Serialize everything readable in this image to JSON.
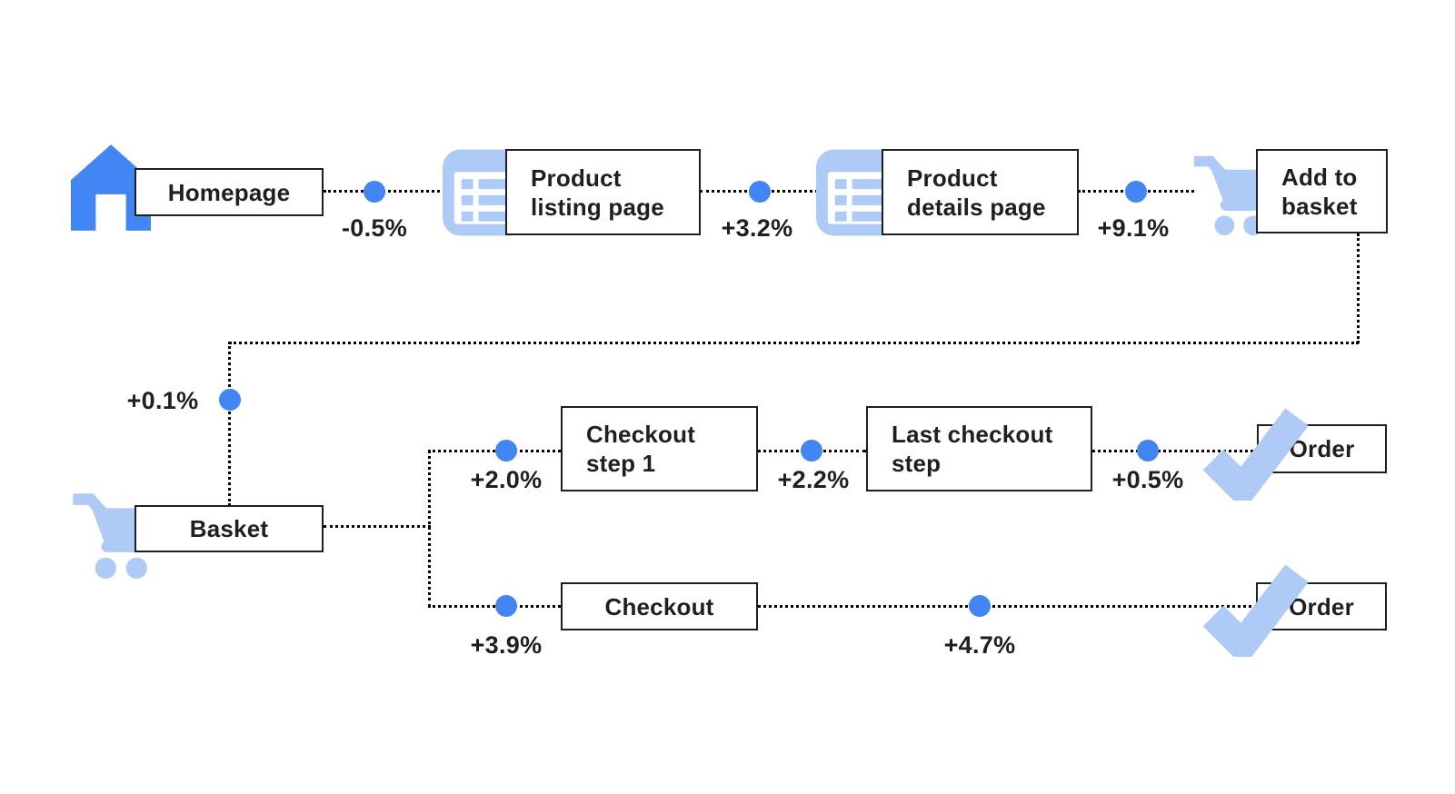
{
  "palette": {
    "primary_blue": "#4285F4",
    "light_blue": "#AECBF8",
    "line_color": "#000000",
    "box_border": "#1F1F1F",
    "background": "#FFFFFF",
    "text_color": "#1F1F1F"
  },
  "nodes": {
    "homepage": {
      "label": "Homepage",
      "icon": "home-icon"
    },
    "product_listing": {
      "line1": "Product",
      "line2": "listing page",
      "icon": "listing-page-icon"
    },
    "product_details": {
      "line1": "Product",
      "line2": "details page",
      "icon": "listing-page-icon"
    },
    "add_to_basket": {
      "line1": "Add to",
      "line2": "basket",
      "icon": "cart-icon"
    },
    "basket": {
      "label": "Basket",
      "icon": "cart-icon"
    },
    "checkout_step_1": {
      "line1": "Checkout",
      "line2": "step 1"
    },
    "last_checkout_step": {
      "line1": "Last checkout",
      "line2": "step"
    },
    "checkout": {
      "label": "Checkout"
    },
    "order_top": {
      "label": "Order",
      "icon": "check-icon"
    },
    "order_bottom": {
      "label": "Order",
      "icon": "check-icon"
    }
  },
  "deltas": {
    "homepage_to_listing": "-0.5%",
    "listing_to_details": "+3.2%",
    "details_to_add_to_basket": "+9.1%",
    "add_to_basket_to_basket": "+0.1%",
    "basket_to_checkout_step_1": "+2.0%",
    "checkout_step_1_to_last_step": "+2.2%",
    "last_step_to_order": "+0.5%",
    "basket_to_checkout": "+3.9%",
    "checkout_to_order": "+4.7%"
  },
  "edges": [
    {
      "from": "Homepage",
      "to": "Product listing page",
      "delta": "-0.5%"
    },
    {
      "from": "Product listing page",
      "to": "Product details page",
      "delta": "+3.2%"
    },
    {
      "from": "Product details page",
      "to": "Add to basket",
      "delta": "+9.1%"
    },
    {
      "from": "Add to basket",
      "to": "Basket",
      "delta": "+0.1%"
    },
    {
      "from": "Basket",
      "to": "Checkout step 1",
      "delta": "+2.0%"
    },
    {
      "from": "Checkout step 1",
      "to": "Last checkout step",
      "delta": "+2.2%"
    },
    {
      "from": "Last checkout step",
      "to": "Order",
      "delta": "+0.5%"
    },
    {
      "from": "Basket",
      "to": "Checkout",
      "delta": "+3.9%"
    },
    {
      "from": "Checkout",
      "to": "Order",
      "delta": "+4.7%"
    }
  ]
}
